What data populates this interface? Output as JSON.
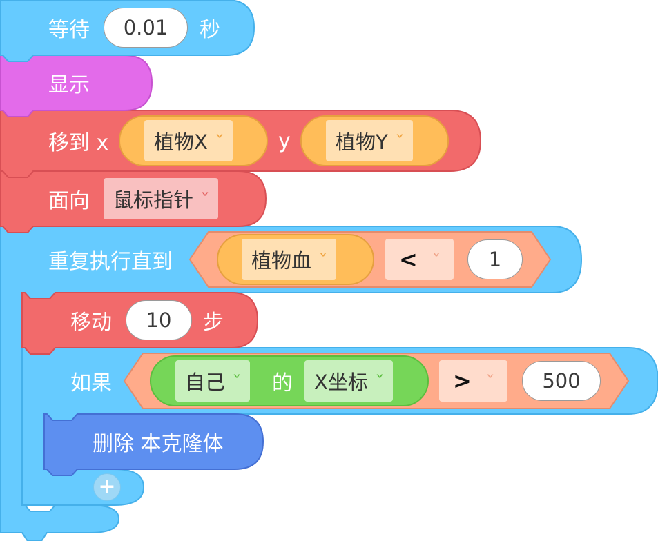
{
  "colors": {
    "control": "#66cbff",
    "looks": "#e36bea",
    "motion": "#f26a6b",
    "operator": "#ffab8a",
    "variable": "#ffbd59",
    "sensing": "#76d658",
    "pen_clone": "#5d8ff0"
  },
  "blocks": {
    "wait": {
      "label": "等待",
      "value": "0.01",
      "unit": "秒"
    },
    "show": {
      "label": "显示"
    },
    "goto": {
      "label": "移到 x",
      "x_var": "植物X",
      "y_label": "y",
      "y_var": "植物Y"
    },
    "point_towards": {
      "label": "面向",
      "target": "鼠标指针"
    },
    "repeat_until": {
      "label": "重复执行直到",
      "cond_var": "植物血",
      "operator": "<",
      "value": "1",
      "body": {
        "move": {
          "label": "移动",
          "value": "10",
          "unit": "步"
        },
        "if": {
          "label": "如果",
          "sensing_target": "自己",
          "of_label": "的",
          "property": "X坐标",
          "operator": ">",
          "value": "500",
          "body": {
            "delete_clone": {
              "label": "删除 本克隆体"
            }
          },
          "add_button_icon": "plus-icon"
        }
      }
    }
  }
}
